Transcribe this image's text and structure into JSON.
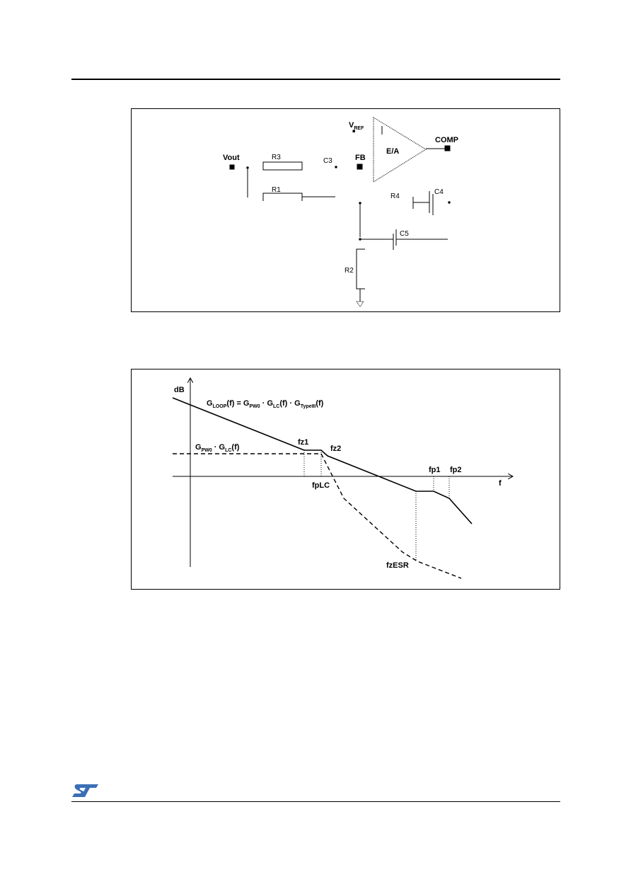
{
  "schematic": {
    "vout": "Vout",
    "r3": "R3",
    "r1": "R1",
    "c3": "C3",
    "fb": "FB",
    "vref_main": "V",
    "vref_sub": "REF",
    "ea": "E/A",
    "comp": "COMP",
    "r4": "R4",
    "c4": "C4",
    "c5": "C5",
    "r2": "R2"
  },
  "bode": {
    "ylabel": "dB",
    "xlabel": "f",
    "loop_eq": {
      "g1": "G",
      "s1": "LOOP",
      "t1": "(f) = G",
      "s2": "PW0",
      "t2": " · G",
      "s3": "LC",
      "t3": "(f) · G",
      "s4": "TypeIII",
      "t4": "(f)"
    },
    "plant_eq": {
      "g1": "G",
      "s1": "PW0",
      "t1": " · G",
      "s2": "LC",
      "t2": "(f)"
    },
    "fz1": "fz1",
    "fz2": "fz2",
    "fplc": "fpLC",
    "fp1": "fp1",
    "fp2": "fp2",
    "fzesr": "fzESR"
  },
  "logo": {
    "text": "ST",
    "color": "#3a6fb5"
  }
}
